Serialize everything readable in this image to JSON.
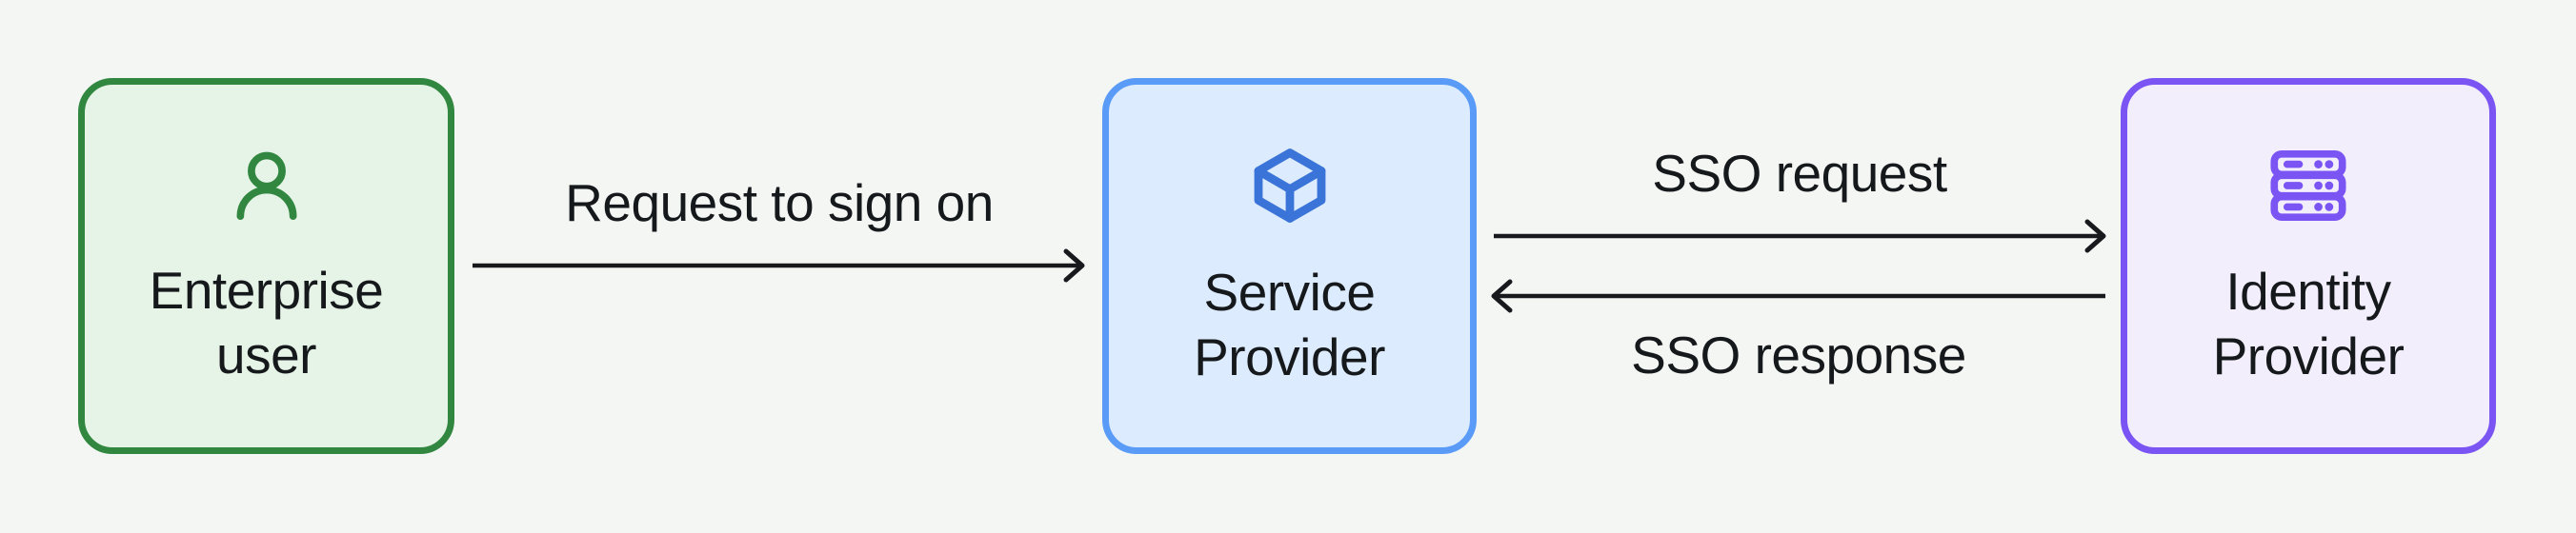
{
  "canvas": {
    "background": "#f4f6f4",
    "text_color": "#16191c",
    "arrow_color": "#17191c"
  },
  "nodes": [
    {
      "id": "enterprise-user",
      "label_line1": "Enterprise",
      "label_line2": "user",
      "icon": "user-icon",
      "fill": "#e6f3e7",
      "border": "#31873f",
      "icon_color": "#31873f"
    },
    {
      "id": "service-provider",
      "label_line1": "Service",
      "label_line2": "Provider",
      "icon": "cube-icon",
      "fill": "#dcebfd",
      "border": "#599bf7",
      "icon_color": "#3a74d8"
    },
    {
      "id": "identity-provider",
      "label_line1": "Identity",
      "label_line2": "Provider",
      "icon": "server-icon",
      "fill": "#f3eefc",
      "border": "#7b55f3",
      "icon_color": "#7b55f3"
    }
  ],
  "edges": [
    {
      "label": "Request to sign on",
      "from": "enterprise-user",
      "to": "service-provider",
      "direction": "right"
    },
    {
      "label": "SSO request",
      "from": "service-provider",
      "to": "identity-provider",
      "direction": "right"
    },
    {
      "label": "SSO response",
      "from": "identity-provider",
      "to": "service-provider",
      "direction": "left"
    }
  ]
}
